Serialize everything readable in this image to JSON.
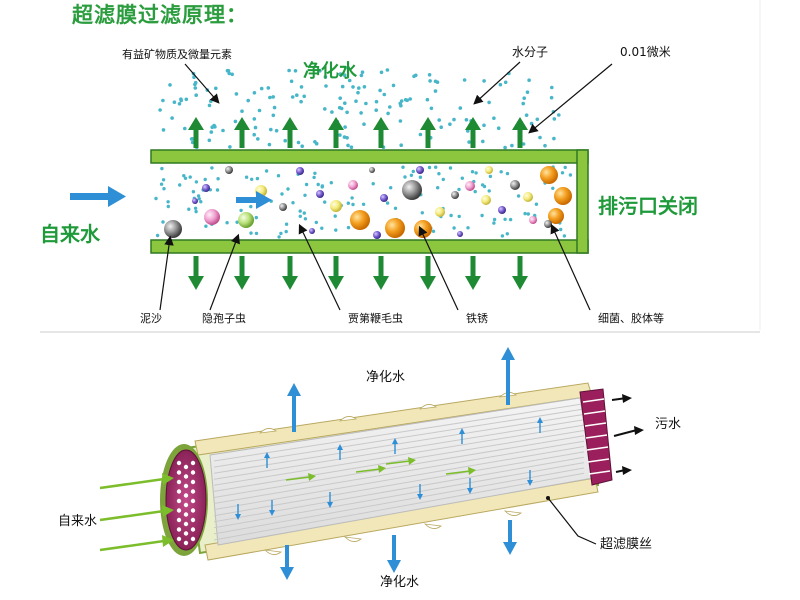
{
  "top_panel": {
    "title": "超滤膜过滤原理：",
    "labels": {
      "minerals": "有益矿物质及微量元素",
      "purified_water": "净化水",
      "water_molecule": "水分子",
      "pore_size": "0.01微米",
      "inflow": "自来水",
      "drain_closed": "排污口关闭",
      "mud_sand": "泥沙",
      "cryptosporidium": "隐孢子虫",
      "giardia": "贾第鞭毛虫",
      "rust": "铁锈",
      "bacteria_colloids": "细菌、胶体等"
    }
  },
  "bottom_panel": {
    "labels": {
      "purified_top": "净化水",
      "wastewater": "污水",
      "inflow": "自来水",
      "fiber": "超滤膜丝",
      "purified_bottom": "净化水"
    }
  },
  "colors": {
    "membrane_green": "#8cc63f",
    "membrane_border": "#3a8c2a",
    "arrow_green": "#1f8a34",
    "arrow_blue": "#2f8fd6",
    "water_dot": "#47b6c9",
    "title_green": "#2b9d3f",
    "wine": "#9a1f5c",
    "cream": "#f2e7b8"
  }
}
